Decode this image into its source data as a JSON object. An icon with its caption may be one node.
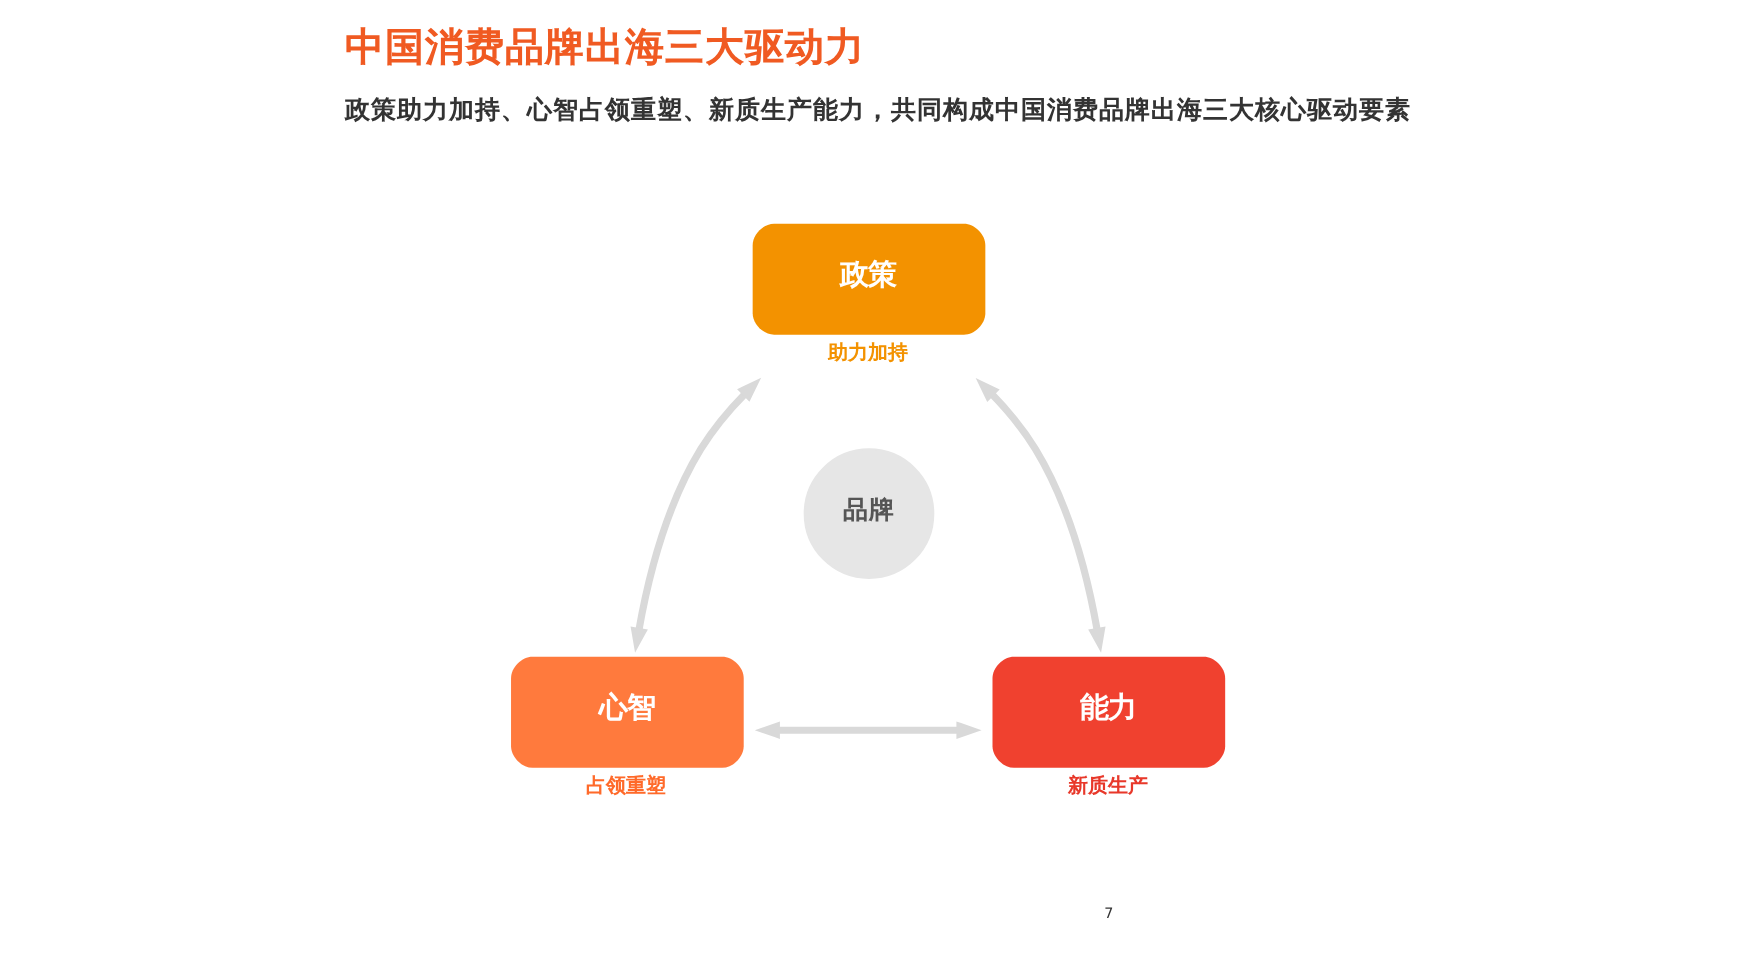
{
  "diagram": {
    "title": "中国消费品牌出海三大驱动力",
    "nodes": [
      {
        "text": [
          "政策"
        ],
        "beside": [
          "助力加持"
        ]
      },
      {
        "text": [
          "品牌"
        ]
      },
      {
        "text": [
          "心智"
        ],
        "beside": [
          "占领重塑"
        ]
      },
      {
        "text": [
          "能力"
        ],
        "beside": [
          "新质生产"
        ]
      }
    ],
    "edges": [
      {
        "from": 0,
        "to": 2,
        "arrow": "both"
      },
      {
        "from": 0,
        "to": 3,
        "arrow": "both"
      },
      {
        "from": 2,
        "to": 3,
        "arrow": "both"
      }
    ],
    "labels": [
      "政策助力加持、心智占领重塑、新质生产能力，共同构成中国消费品牌出海三大核心驱动要素",
      "7"
    ]
  }
}
